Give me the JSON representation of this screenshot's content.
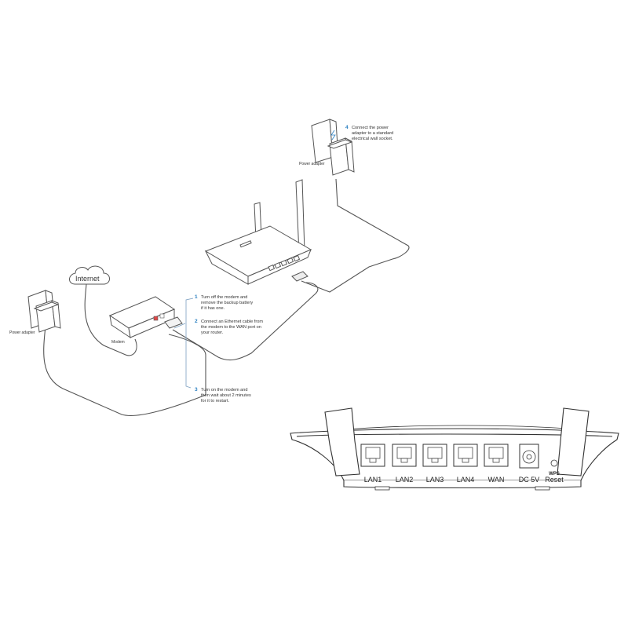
{
  "diagram": {
    "internet_label": "Internet",
    "modem_label": "Modem",
    "power_adapter_left_label": "Power adapter",
    "power_adapter_top_label": "Power adapter",
    "steps": [
      {
        "num": "1",
        "lines": [
          "Turn off the modem and",
          "remove the backup battery",
          "if it has one."
        ]
      },
      {
        "num": "2",
        "lines": [
          "Connect an Ethernet cable from",
          "the modem to the WAN port on",
          "your router."
        ]
      },
      {
        "num": "3",
        "lines": [
          "Turn on the modem and",
          "then wait about 2 minutes",
          "for it to restart."
        ]
      },
      {
        "num": "4",
        "lines": [
          "Connect the power",
          "adapter to a standard",
          "electrical wall socket."
        ]
      }
    ]
  },
  "router_back_panel": {
    "ports": [
      "LAN1",
      "LAN2",
      "LAN3",
      "LAN4",
      "WAN"
    ],
    "dc_label": "DC 5V",
    "wps_label": "WPS",
    "reset_label": "Reset"
  },
  "colors": {
    "line": "#555555",
    "accent": "#2a7fc1"
  }
}
